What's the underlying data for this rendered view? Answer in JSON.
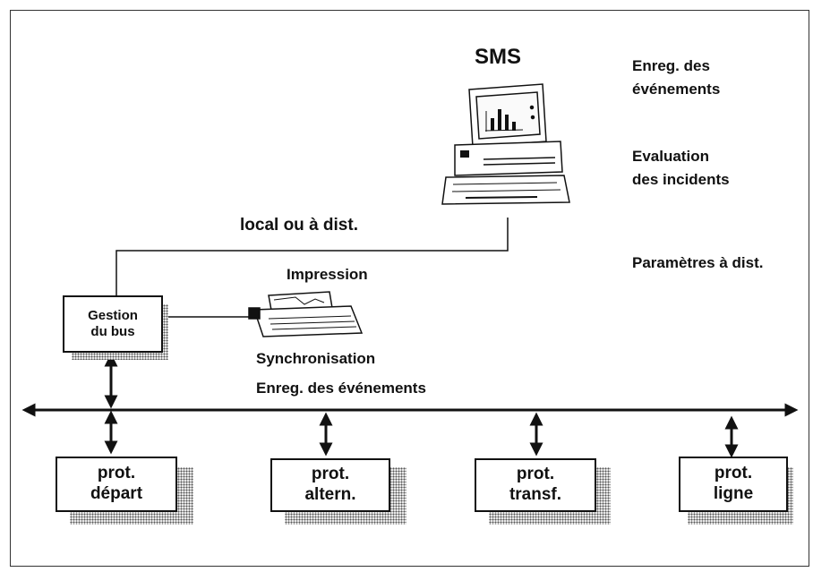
{
  "colors": {
    "ink": "#111111",
    "paper": "#ffffff",
    "shadow": "#555555"
  },
  "computer": {
    "title": "SMS",
    "icon": "computer-terminal-icon"
  },
  "right_notes": {
    "events_1": "Enreg. des",
    "events_2": "événements",
    "eval_1": "Evaluation",
    "eval_2": "des incidents",
    "params": "Paramètres à dist."
  },
  "link_label": "local ou à dist.",
  "printer": {
    "title": "Impression",
    "icon": "printer-icon",
    "sync": "Synchronisation",
    "events": "Enreg. des événements"
  },
  "bus_manager": {
    "line1": "Gestion",
    "line2": "du bus"
  },
  "protections": [
    {
      "line1": "prot.",
      "line2": "départ"
    },
    {
      "line1": "prot.",
      "line2": "altern."
    },
    {
      "line1": "prot.",
      "line2": "transf."
    },
    {
      "line1": "prot.",
      "line2": "ligne"
    }
  ]
}
